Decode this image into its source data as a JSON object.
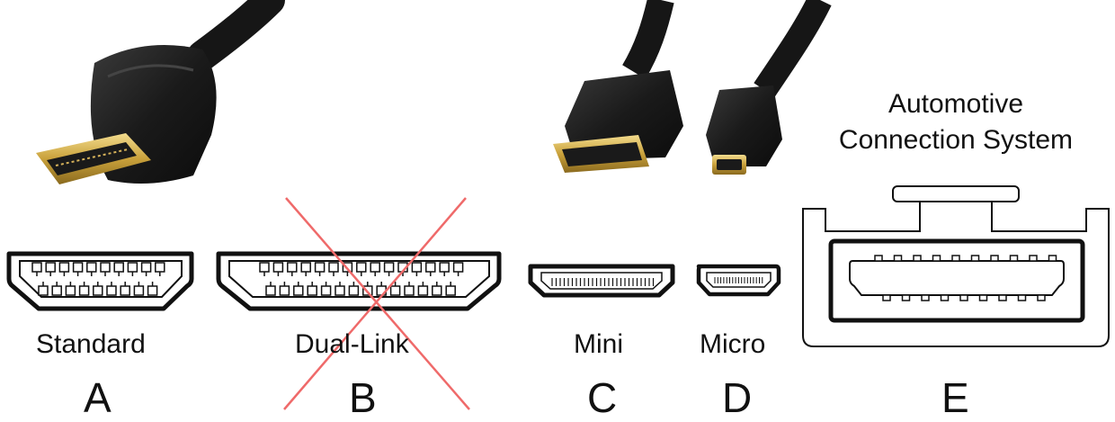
{
  "connectors": [
    {
      "id": "a",
      "name": "Standard",
      "letter": "A",
      "crossed": false
    },
    {
      "id": "b",
      "name": "Dual-Link",
      "letter": "B",
      "crossed": true
    },
    {
      "id": "c",
      "name": "Mini",
      "letter": "C",
      "crossed": false
    },
    {
      "id": "d",
      "name": "Micro",
      "letter": "D",
      "crossed": false
    },
    {
      "id": "e",
      "name_line1": "Automotive",
      "name_line2": "Connection System",
      "letter": "E",
      "crossed": false
    }
  ],
  "colors": {
    "outline": "#111111",
    "cross": "#ef6a6a",
    "cable": "#1b1b1b",
    "gold": "#c9a13b",
    "text": "#111111"
  }
}
